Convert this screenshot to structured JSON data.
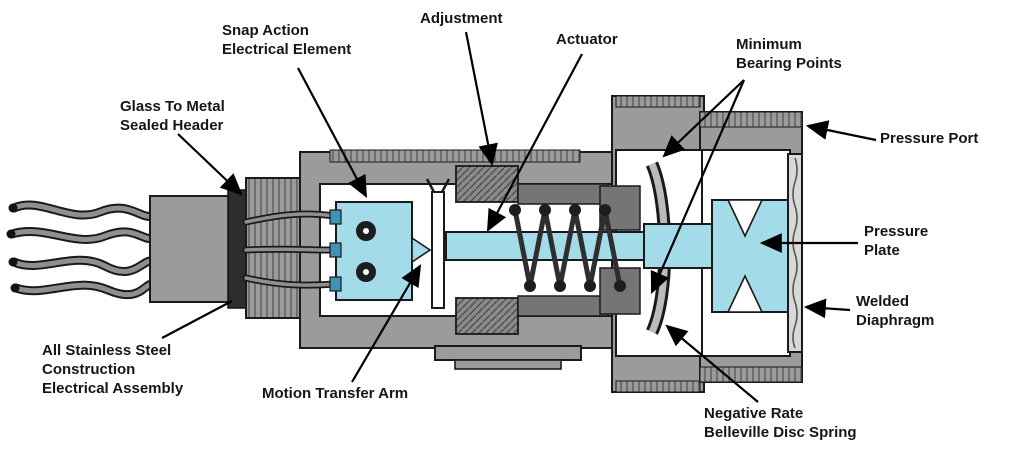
{
  "colors": {
    "body_gray": "#9b9b9b",
    "dark_gray": "#757575",
    "accent_cyan": "#a3dbe9",
    "wire_gray": "#8f8f8f",
    "outline": "#1a1a1a",
    "diaphragm_gray": "#d8d8d8"
  },
  "labels": {
    "snap_action": {
      "lines": [
        "Snap Action",
        "Electrical Element"
      ]
    },
    "adjustment": {
      "lines": [
        "Adjustment"
      ]
    },
    "actuator": {
      "lines": [
        "Actuator"
      ]
    },
    "min_bearing": {
      "lines": [
        "Minimum",
        "Bearing Points"
      ]
    },
    "glass_header": {
      "lines": [
        "Glass To Metal",
        "Sealed Header"
      ]
    },
    "pressure_port": {
      "lines": [
        "Pressure Port"
      ]
    },
    "pressure_plate": {
      "lines": [
        "Pressure",
        "Plate"
      ]
    },
    "welded_diaphragm": {
      "lines": [
        "Welded",
        "Diaphragm"
      ]
    },
    "stainless": {
      "lines": [
        "All Stainless Steel",
        "Construction",
        "Electrical Assembly"
      ]
    },
    "motion_arm": {
      "lines": [
        "Motion Transfer Arm"
      ]
    },
    "belleville": {
      "lines": [
        "Negative Rate",
        "Belleville Disc Spring"
      ]
    }
  }
}
